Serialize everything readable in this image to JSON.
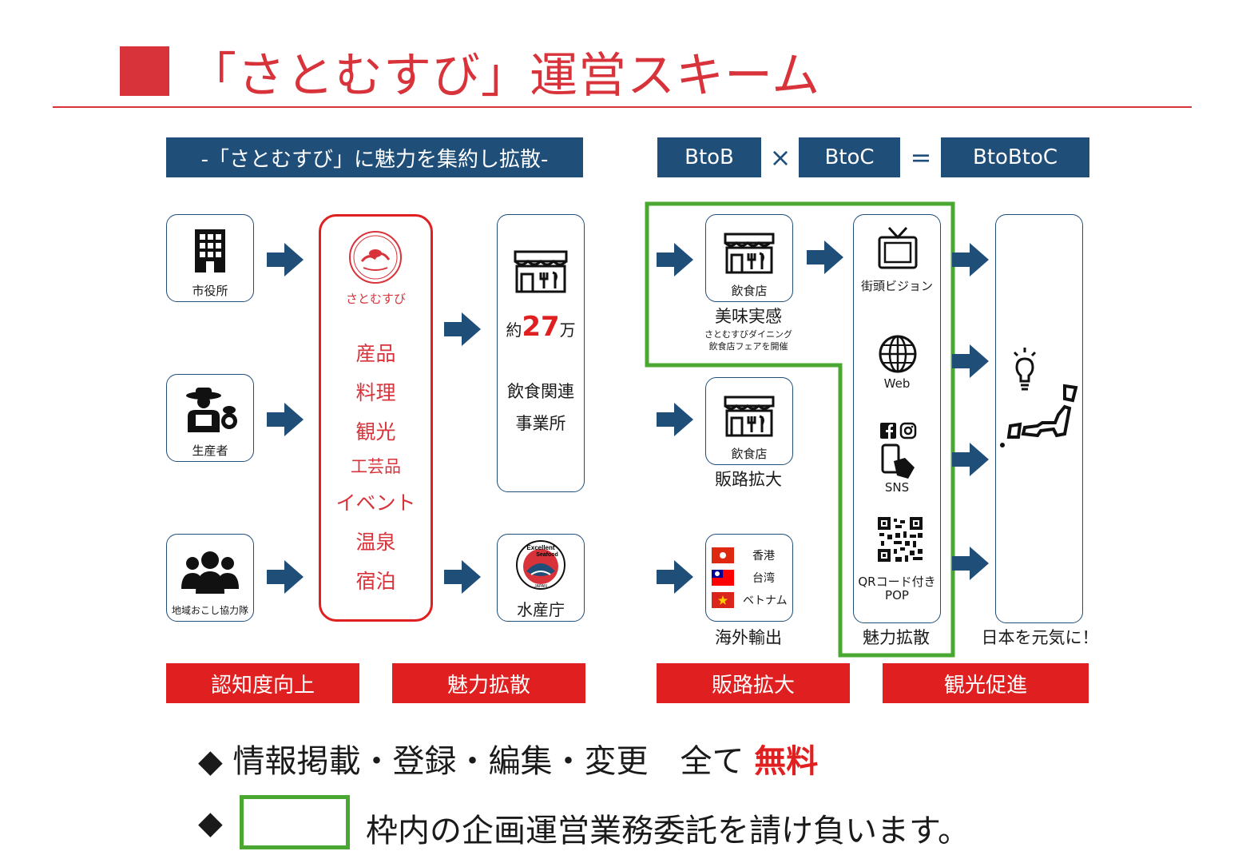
{
  "title": "「さとむすび」運営スキーム",
  "left_banner": "-「さとむすび」に魅力を集約し拡散-",
  "formula": {
    "btob": "BtoB",
    "times": "×",
    "btoc": "BtoC",
    "equals": "=",
    "result": "BtoBtoC"
  },
  "sources": [
    {
      "label": "市役所",
      "icon": "building-icon"
    },
    {
      "label": "生産者",
      "icon": "farmer-icon"
    },
    {
      "label": "地域おこし協力隊",
      "icon": "group-icon"
    }
  ],
  "hub": {
    "logo_text": "さとむすび",
    "items": [
      "産品",
      "料理",
      "観光",
      "工芸品",
      "イベント",
      "温泉",
      "宿泊"
    ]
  },
  "restaurants_box": {
    "prefix": "約",
    "number": "27",
    "suffix": "万",
    "line1": "飲食関連",
    "line2": "事業所"
  },
  "fisheries_box": {
    "logo_line1": "Excellent",
    "logo_line2": "Seafood",
    "logo_line3": "JAPAN",
    "label": "水産庁"
  },
  "channels": [
    {
      "box_label": "飲食店",
      "title": "美味実感",
      "sub1": "さとむすびダイニング",
      "sub2": "飲食店フェアを開催"
    },
    {
      "box_label": "飲食店",
      "title": "販路拡大"
    },
    {
      "title": "海外輸出",
      "countries": [
        "香港",
        "台湾",
        "ベトナム"
      ]
    }
  ],
  "media": {
    "items": [
      "街頭ビジョン",
      "Web",
      "SNS",
      "QRコード付き",
      "POP"
    ],
    "footer": "魅力拡散"
  },
  "goal": {
    "label": "日本を元気に！"
  },
  "bars": [
    "認知度向上",
    "魅力拡散",
    "販路拡大",
    "観光促進"
  ],
  "notes": {
    "line1_prefix": "◆ 情報掲載・登録・編集・変更　全て",
    "line1_emphasis": "無料",
    "line2_bullet": "◆",
    "line2_text": "枠内の企画運営業務委託を請け負います。"
  },
  "colors": {
    "accent_red": "#d8333a",
    "bar_red": "#e02020",
    "navy": "#1f4e79",
    "green": "#4aa832"
  }
}
